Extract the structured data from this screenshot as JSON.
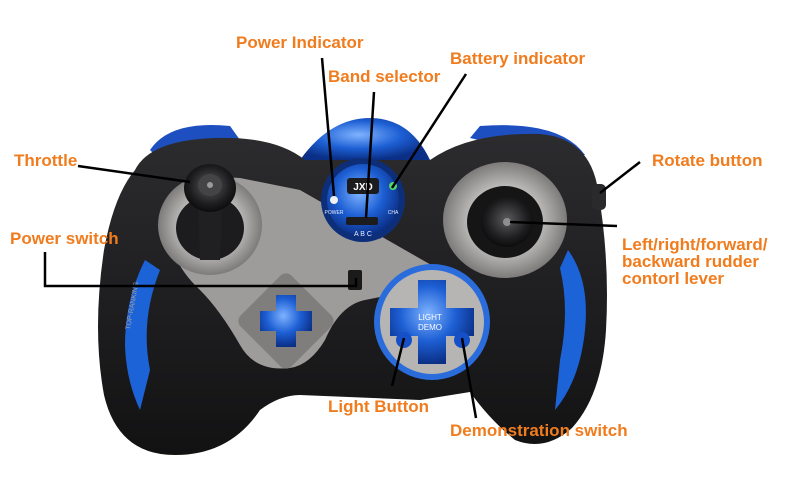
{
  "labels": {
    "power_indicator": "Power Indicator",
    "band_selector": "Band selector",
    "battery_indicator": "Battery indicator",
    "throttle": "Throttle",
    "rotate_button": "Rotate button",
    "power_switch": "Power switch",
    "rudder_lever_line1": "Left/right/forward/",
    "rudder_lever_line2": "backward rudder",
    "rudder_lever_line3": "contorl lever",
    "light_button": "Light Button",
    "demonstration_switch": "Demonstration switch"
  },
  "device_text": {
    "logo": "JXD",
    "power_small": "POWER",
    "band_letters": "A  B  C",
    "battery_small": "CHA",
    "side_brand": "TOP-RANKING",
    "light_label": "LIGHT",
    "demo_label": "DEMO"
  },
  "colors": {
    "label": "#f07c1e",
    "body": "#1b1b1d",
    "panel": "#a7a6a4",
    "accent_blue": "#1d63d8",
    "leader_line": "#000000"
  }
}
